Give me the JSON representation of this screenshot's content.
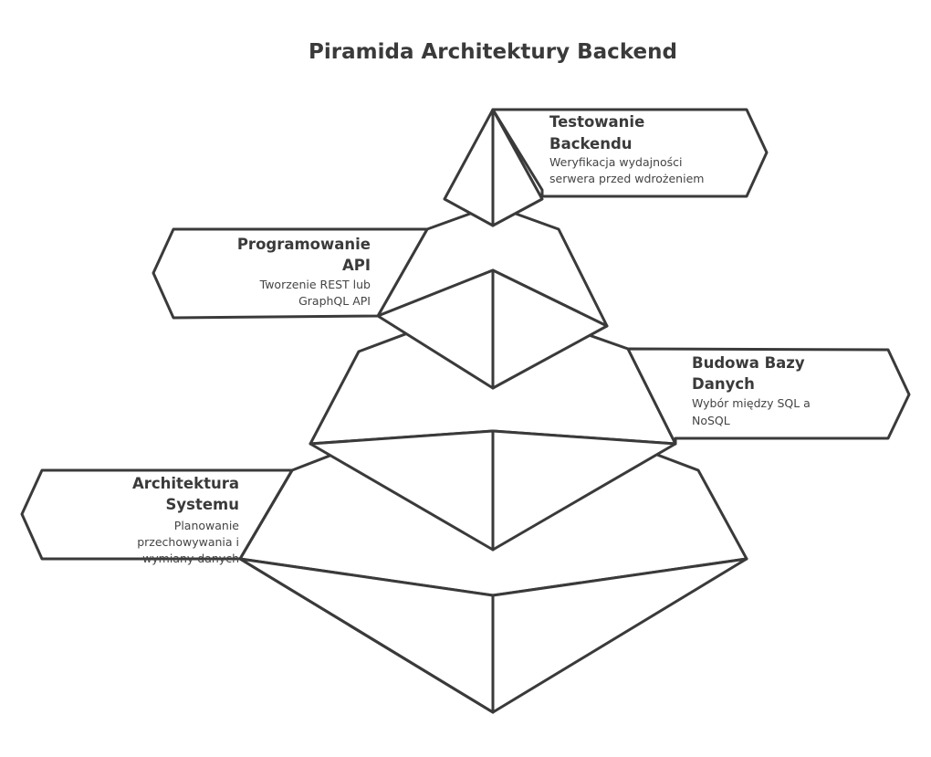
{
  "title": "Piramida Architektury Backend",
  "colors": {
    "stroke": "#3a3a3a",
    "fill": "#ffffff",
    "text": "#3a3a3a"
  },
  "levels": [
    {
      "title_lines": [
        "Testowanie",
        "Backendu"
      ],
      "desc_lines": [
        "Weryfikacja wydajności",
        "serwera przed wdrożeniem"
      ],
      "side": "right"
    },
    {
      "title_lines": [
        "Programowanie",
        "API"
      ],
      "desc_lines": [
        "Tworzenie REST lub",
        "GraphQL API"
      ],
      "side": "left"
    },
    {
      "title_lines": [
        "Budowa Bazy",
        "Danych"
      ],
      "desc_lines": [
        "Wybór między SQL a",
        "NoSQL"
      ],
      "side": "right"
    },
    {
      "title_lines": [
        "Architektura",
        "Systemu"
      ],
      "desc_lines": [
        "Planowanie",
        "przechowywania i",
        "wymiany danych"
      ],
      "side": "left"
    }
  ]
}
